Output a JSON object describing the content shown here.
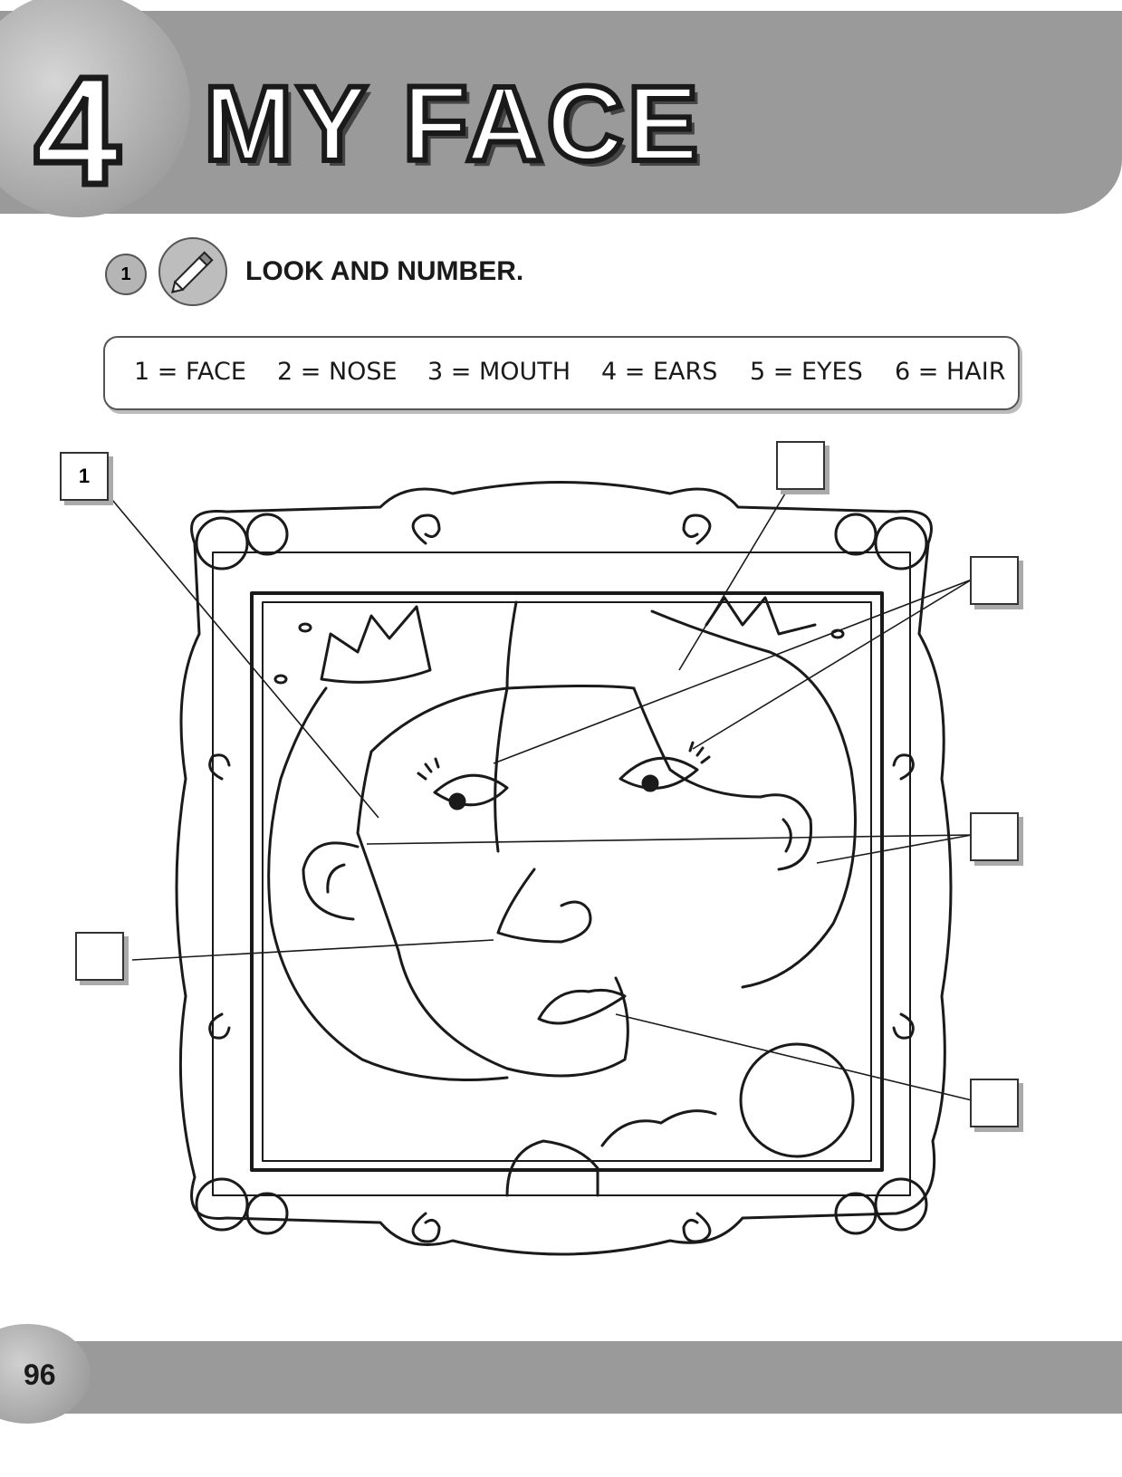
{
  "header": {
    "unit_number": "4",
    "unit_title": "MY FACE"
  },
  "exercise": {
    "number": "1",
    "icon": "pencil-icon",
    "instruction": "LOOK AND NUMBER."
  },
  "key": [
    "1 = FACE",
    "2 = NOSE",
    "3 = MOUTH",
    "4 = EARS",
    "5 = EYES",
    "6 = HAIR"
  ],
  "answers": {
    "face": "1",
    "hair": "",
    "eyes": "",
    "ears": "",
    "nose": "",
    "mouth": ""
  },
  "footer": {
    "page_number": "96"
  }
}
